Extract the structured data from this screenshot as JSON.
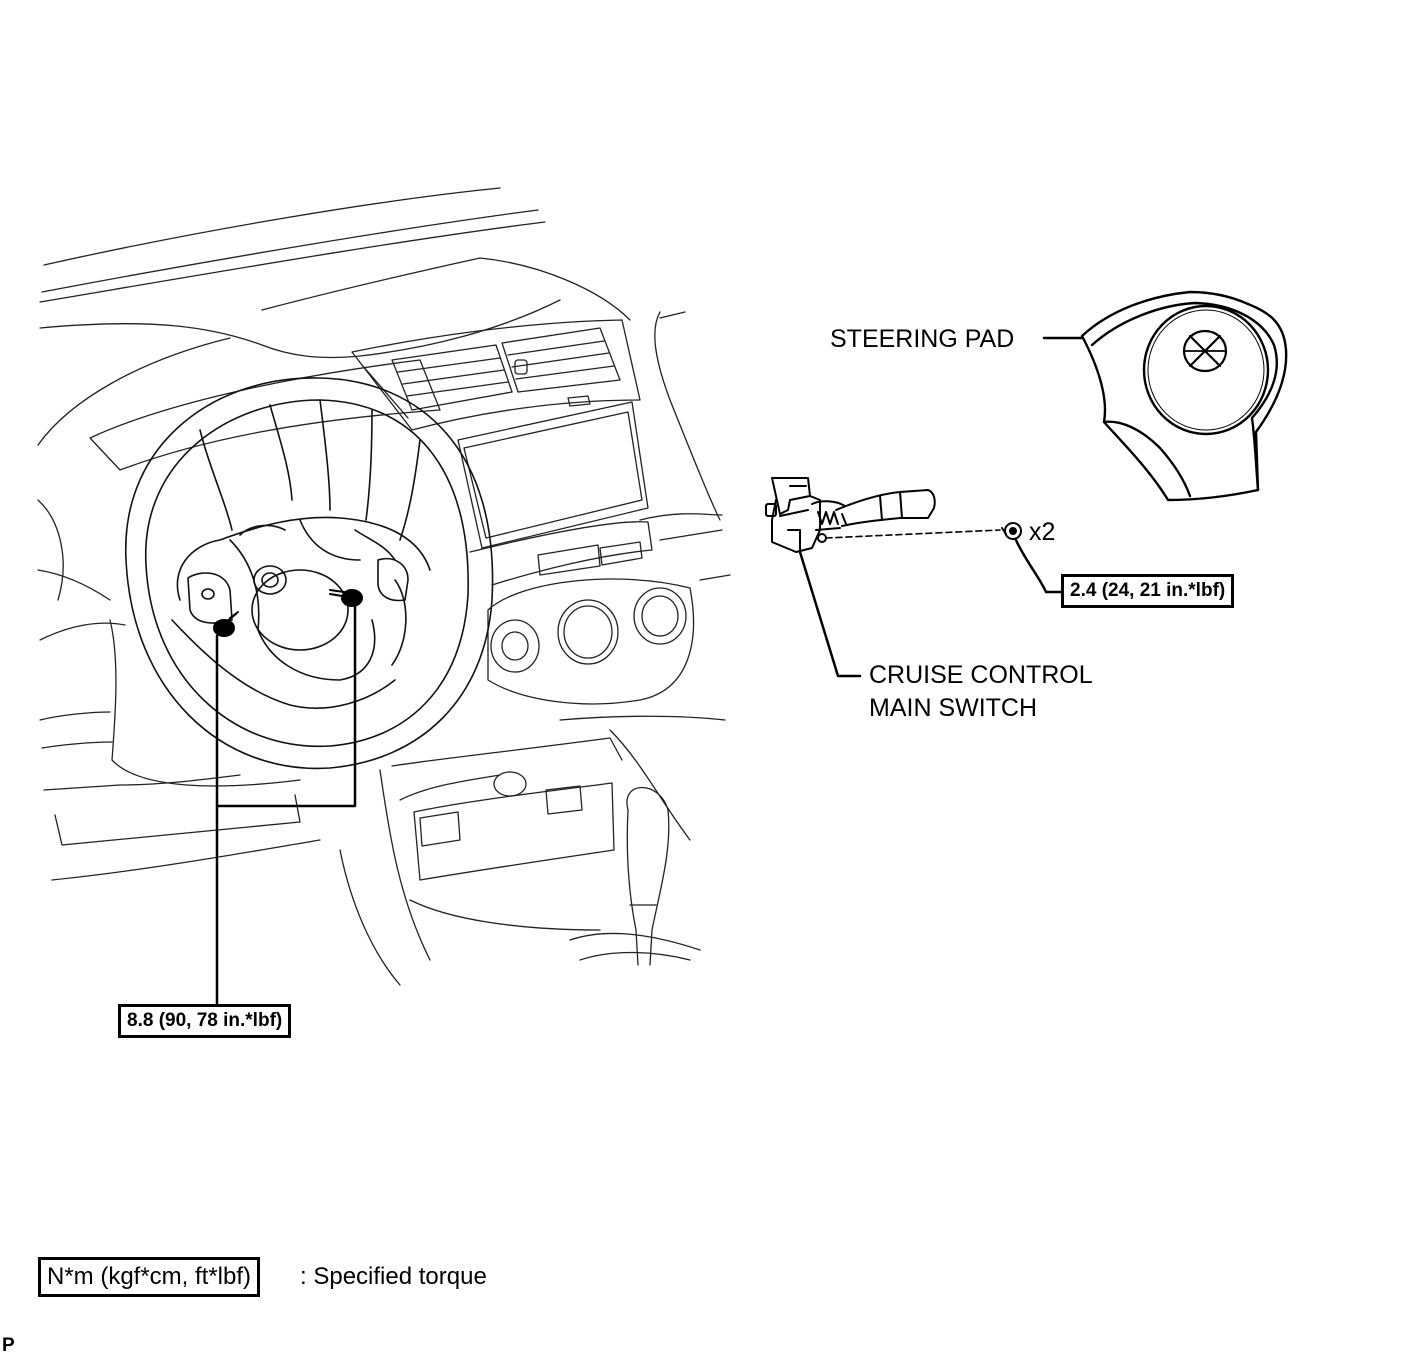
{
  "labels": {
    "steering_pad": "STEERING PAD",
    "cruise_line1": "CRUISE CONTROL",
    "cruise_line2": "MAIN SWITCH",
    "quantity": "x2"
  },
  "torques": {
    "switch_screw": "2.4 (24, 21 in.*lbf)",
    "pad_screw": "8.8 (90, 78 in.*lbf)"
  },
  "legend": {
    "unit_box": "N*m (kgf*cm, ft*lbf)",
    "description": ": Specified torque"
  },
  "page_marker": "P"
}
